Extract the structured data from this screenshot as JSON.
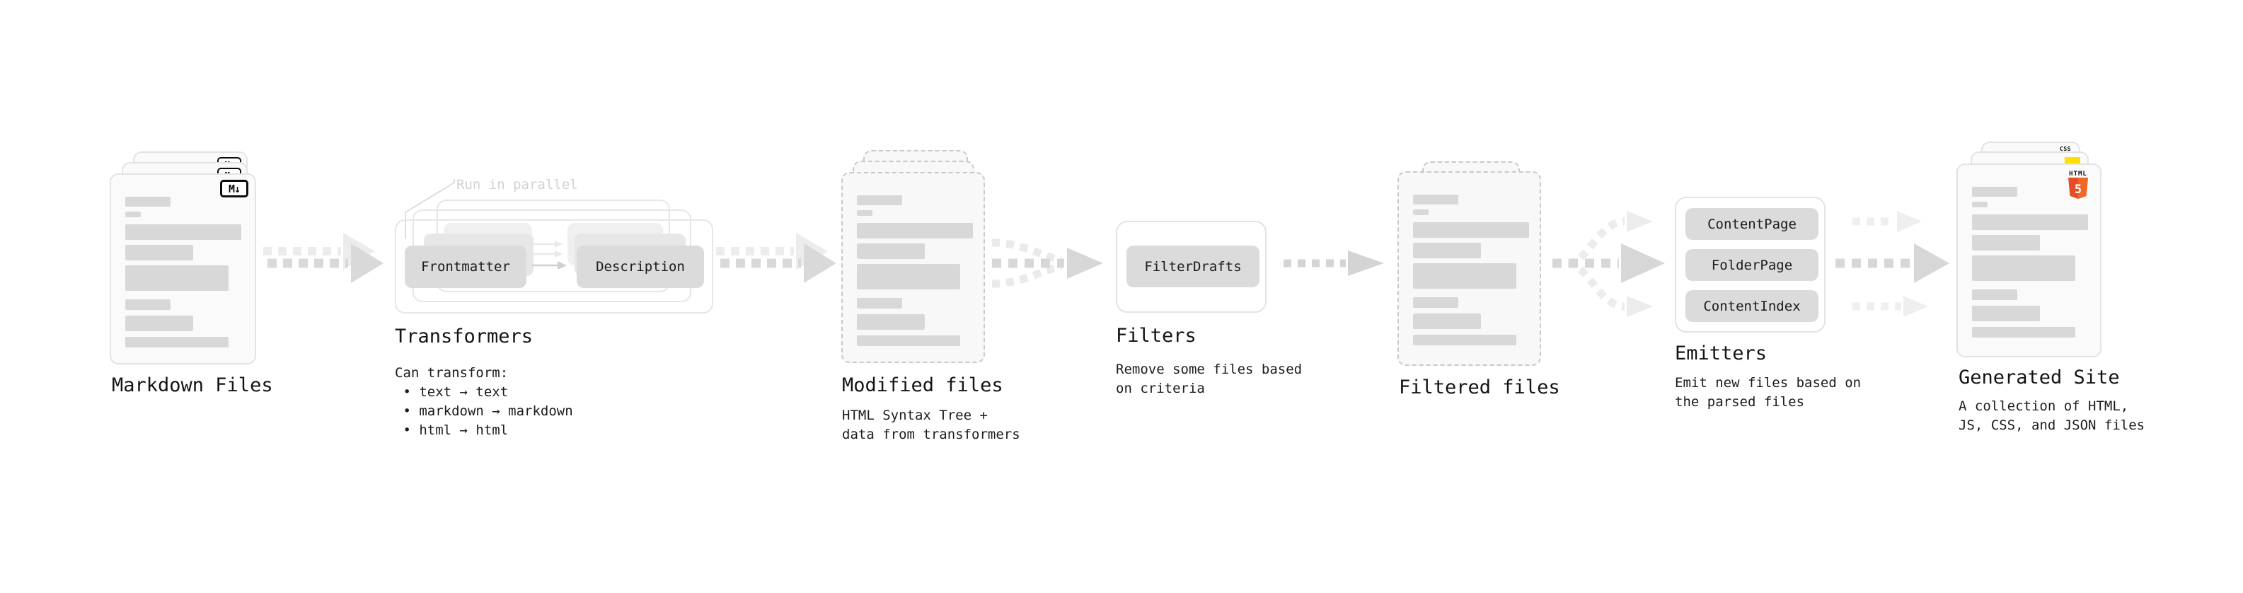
{
  "diagram": {
    "markdown_files": {
      "title": "Markdown Files",
      "badge_label": "M↓"
    },
    "transformers": {
      "title": "Transformers",
      "note": "Run in parallel",
      "plugin_left": "Frontmatter",
      "plugin_right": "Description",
      "description": "Can transform:\n • text → text\n • markdown → markdown\n • html → html"
    },
    "modified_files": {
      "title": "Modified files",
      "description": "HTML Syntax Tree +\ndata from transformers"
    },
    "filters": {
      "title": "Filters",
      "plugins": [
        "FilterDrafts"
      ],
      "description": "Remove some files based\non criteria"
    },
    "filtered_files": {
      "title": "Filtered files"
    },
    "emitters": {
      "title": "Emitters",
      "plugins": [
        "ContentPage",
        "FolderPage",
        "ContentIndex"
      ],
      "description": "Emit new files based on\nthe parsed files"
    },
    "generated_site": {
      "title": "Generated Site",
      "description": "A collection of HTML,\nJS, CSS, and JSON files",
      "css_badge": "CSS",
      "html_badge": "HTML",
      "html5_number": "5"
    }
  },
  "icons": {
    "markdown_icon": "M↓",
    "css_icon": "CSS wordmark with blue underline",
    "js_icon": "yellow JS square",
    "html5_icon": "orange HTML5 shield"
  },
  "colors": {
    "html5_orange": "#e44d26",
    "html5_orange_light": "#f16529",
    "js_yellow": "#ffdf00",
    "css_blue": "#2d5be3",
    "placeholder_gray": "#d8d8d8",
    "arrow_gray": "#d7d7d7",
    "arrow_light_gray": "#ececec",
    "faint_note_gray": "#d2d2d2"
  }
}
